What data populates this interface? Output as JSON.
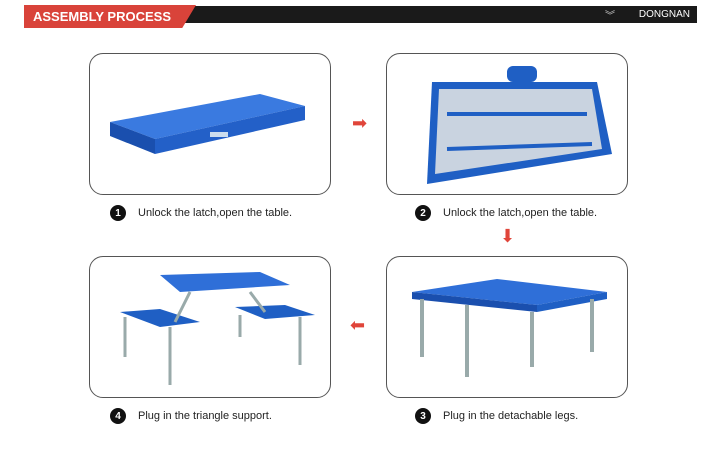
{
  "header": {
    "title": "ASSEMBLY PROCESS",
    "brand": "DONGNAN",
    "brand_icon": "double-chevron-down-icon"
  },
  "steps": [
    {
      "num": "1",
      "text": "Unlock the latch,open the table."
    },
    {
      "num": "2",
      "text": "Unlock the latch,open the table."
    },
    {
      "num": "3",
      "text": "Plug in the detachable legs."
    },
    {
      "num": "4",
      "text": "Plug in the triangle support."
    }
  ],
  "arrows": {
    "right": "➡",
    "down": "⬇",
    "left": "⬅"
  },
  "colors": {
    "accent": "#d9433a",
    "table_blue": "#1f5fc4"
  }
}
